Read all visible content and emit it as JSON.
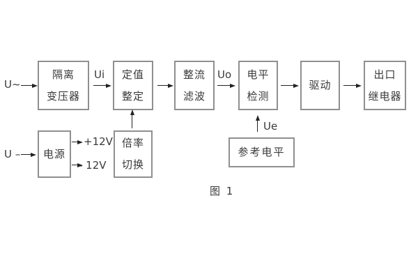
{
  "figure": {
    "caption": "图 1",
    "colors": {
      "background": "#ffffff",
      "box_border": "#8f8f8f",
      "text": "#3a3a3a",
      "arrow": "#222222"
    },
    "blocks": {
      "isolation_transformer": {
        "line1": "隔离",
        "line2": "变压器"
      },
      "value_setting": {
        "line1": "定值",
        "line2": "整定"
      },
      "rectifier_filter": {
        "line1": "整流",
        "line2": "滤波"
      },
      "level_detector": {
        "line1": "电平",
        "line2": "检测"
      },
      "driver": {
        "line1": "驱动"
      },
      "output_relay": {
        "line1": "出口",
        "line2": "继电器"
      },
      "power_supply": {
        "line1": "电源"
      },
      "ratio_switch": {
        "line1": "倍率",
        "line2": "切换"
      },
      "reference_level": {
        "line1": "参考电平"
      }
    },
    "signal_labels": {
      "ac_input": "U~",
      "dc_input": "U –",
      "ui": "Ui",
      "uo": "Uo",
      "ue": "Ue",
      "plus_12v": "+12V",
      "minus_12v": "- 12V"
    }
  }
}
